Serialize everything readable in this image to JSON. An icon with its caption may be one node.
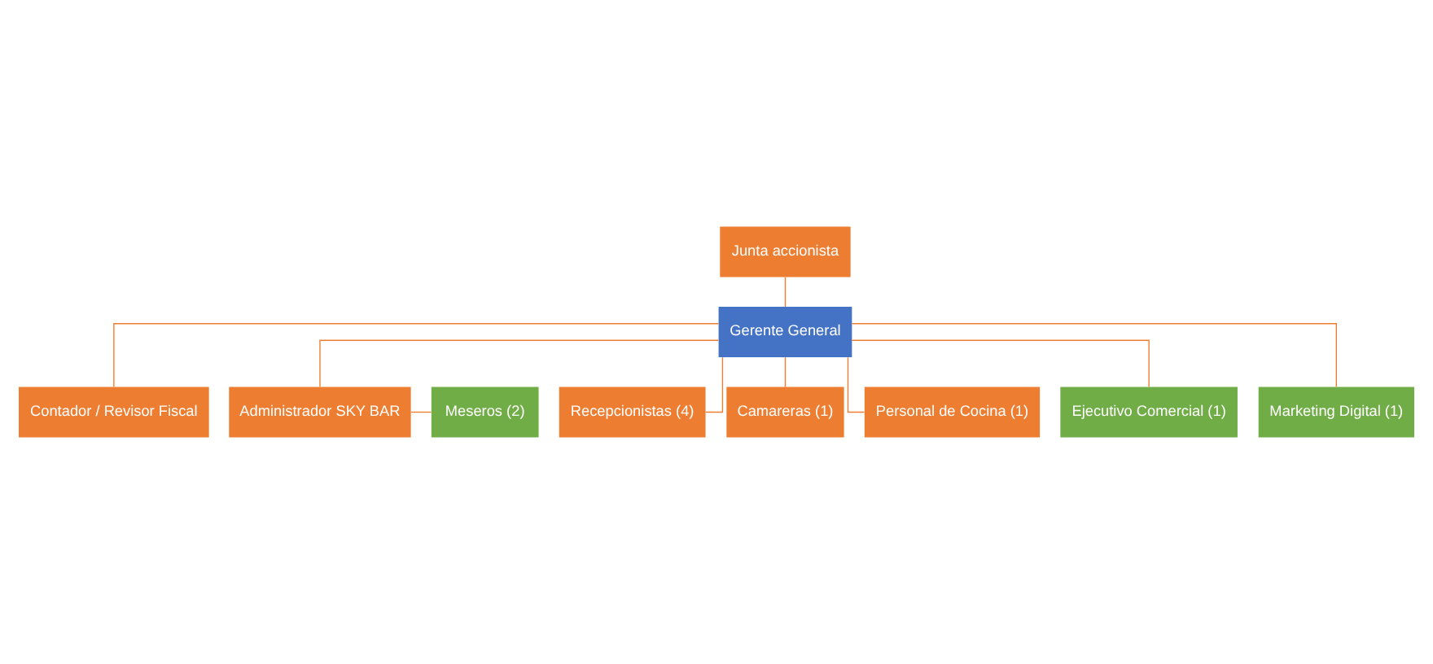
{
  "diagram": {
    "nodes": [
      {
        "text": [
          "Junta accionista"
        ]
      },
      {
        "text": [
          "Gerente General"
        ]
      },
      {
        "text": [
          "Contador / Revisor Fiscal"
        ]
      },
      {
        "text": [
          "Administrador SKY BAR"
        ]
      },
      {
        "text": [
          "Meseros (2)"
        ]
      },
      {
        "text": [
          "Recepcionistas (4)"
        ]
      },
      {
        "text": [
          "Camareras (1)"
        ]
      },
      {
        "text": [
          "Personal de Cocina (1)"
        ]
      },
      {
        "text": [
          "Ejecutivo Comercial (1)"
        ]
      },
      {
        "text": [
          "Marketing Digital (1)"
        ]
      }
    ],
    "edges": [
      {
        "from": 0,
        "to": 1,
        "arrow": "none"
      },
      {
        "from": 1,
        "to": 2,
        "arrow": "none"
      },
      {
        "from": 1,
        "to": 3,
        "arrow": "none"
      },
      {
        "from": 3,
        "to": 4,
        "arrow": "none"
      },
      {
        "from": 1,
        "to": 5,
        "arrow": "none"
      },
      {
        "from": 1,
        "to": 6,
        "arrow": "none"
      },
      {
        "from": 1,
        "to": 7,
        "arrow": "none"
      },
      {
        "from": 1,
        "to": 8,
        "arrow": "none"
      },
      {
        "from": 1,
        "to": 9,
        "arrow": "none"
      }
    ]
  }
}
